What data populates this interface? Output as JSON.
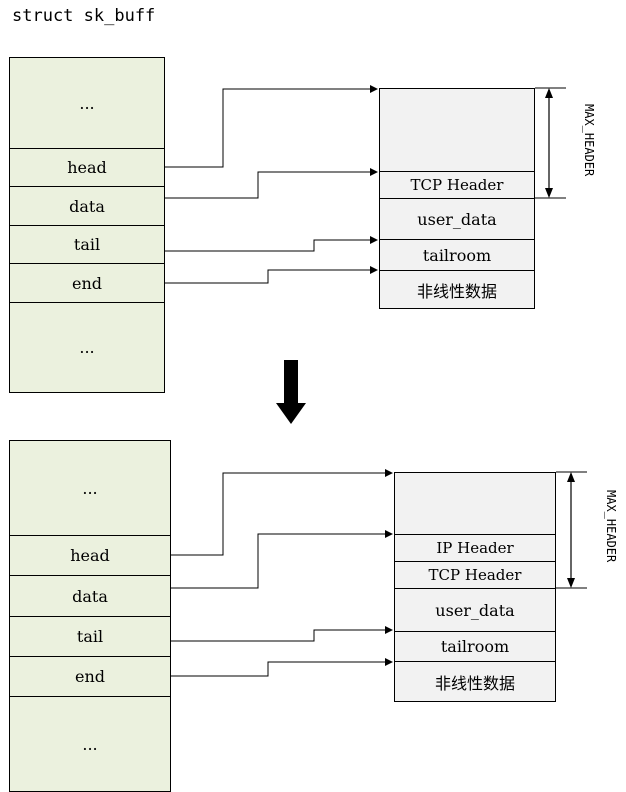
{
  "title": "struct sk_buff",
  "top": {
    "struct_fields": [
      "...",
      "head",
      "data",
      "tail",
      "end",
      "..."
    ],
    "buffer_fields": [
      "",
      "TCP Header",
      "user_data",
      "tailroom",
      "非线性数据"
    ],
    "max_header": "MAX_HEADER"
  },
  "bottom": {
    "struct_fields": [
      "...",
      "head",
      "data",
      "tail",
      "end",
      "..."
    ],
    "buffer_fields": [
      "",
      "IP Header",
      "TCP Header",
      "user_data",
      "tailroom",
      "非线性数据"
    ],
    "max_header": "MAX_HEADER"
  },
  "colors": {
    "struct_fill": "#ebf1de",
    "buffer_fill": "#f2f2f2",
    "line": "#000000"
  },
  "icons": {
    "transition": "down-arrow-icon"
  }
}
